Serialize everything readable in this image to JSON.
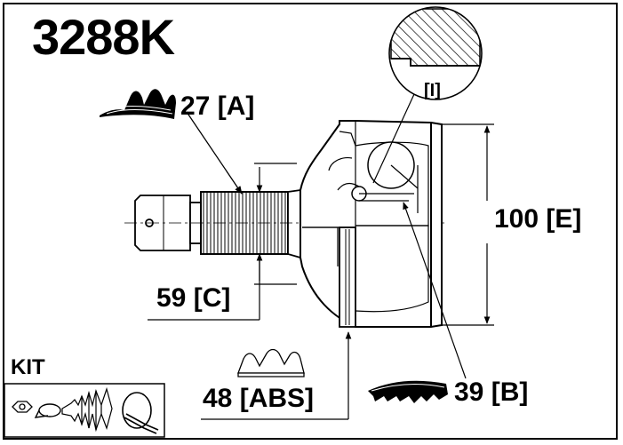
{
  "diagram": {
    "part_number": "3288K",
    "kit_label": "KIT",
    "dimensions": {
      "a": "27 [A]",
      "c": "59 [C]",
      "e": "100 [E]",
      "abs": "48 [ABS]",
      "b": "39 [B]",
      "detail": "[I]"
    },
    "icons": {
      "spline_a": "outer-spline-icon",
      "spline_abs": "abs-ring-teeth-icon",
      "spline_b": "inner-spline-icon",
      "kit_parts": [
        "nut-icon",
        "clamp-icon",
        "boot-icon",
        "ring-clamp-icon"
      ]
    }
  }
}
